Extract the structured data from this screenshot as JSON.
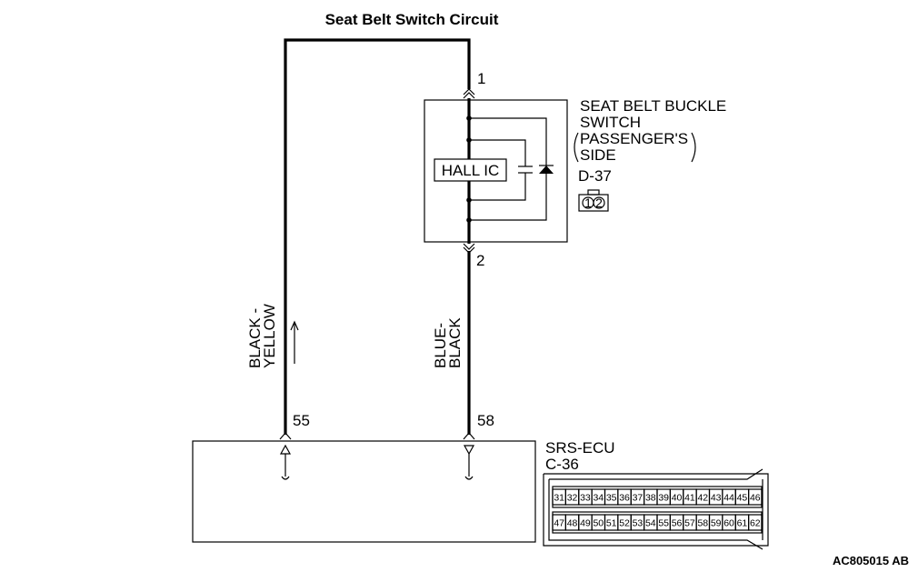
{
  "title": "Seat Belt Switch Circuit",
  "switch": {
    "name_line1": "SEAT BELT BUCKLE",
    "name_line2": "SWITCH",
    "name_line3": "PASSENGER'S",
    "name_line4": "SIDE",
    "connector": "D-37",
    "component": "HALL IC",
    "pin_top": "1",
    "pin_bottom": "2",
    "connector_pins": [
      "1",
      "2"
    ]
  },
  "wires": {
    "left_color_line1": "BLACK -",
    "left_color_line2": "YELLOW",
    "right_color_line1": "BLUE-",
    "right_color_line2": "BLACK"
  },
  "ecu": {
    "name": "SRS-ECU",
    "connector": "C-36",
    "pin_left": "55",
    "pin_right": "58",
    "connector_row1": [
      "31",
      "32",
      "33",
      "34",
      "35",
      "36",
      "37",
      "38",
      "39",
      "40",
      "41",
      "42",
      "43",
      "44",
      "45",
      "46"
    ],
    "connector_row2": [
      "47",
      "48",
      "49",
      "50",
      "51",
      "52",
      "53",
      "54",
      "55",
      "56",
      "57",
      "58",
      "59",
      "60",
      "61",
      "62"
    ]
  },
  "figure_ref": "AC805015 AB"
}
